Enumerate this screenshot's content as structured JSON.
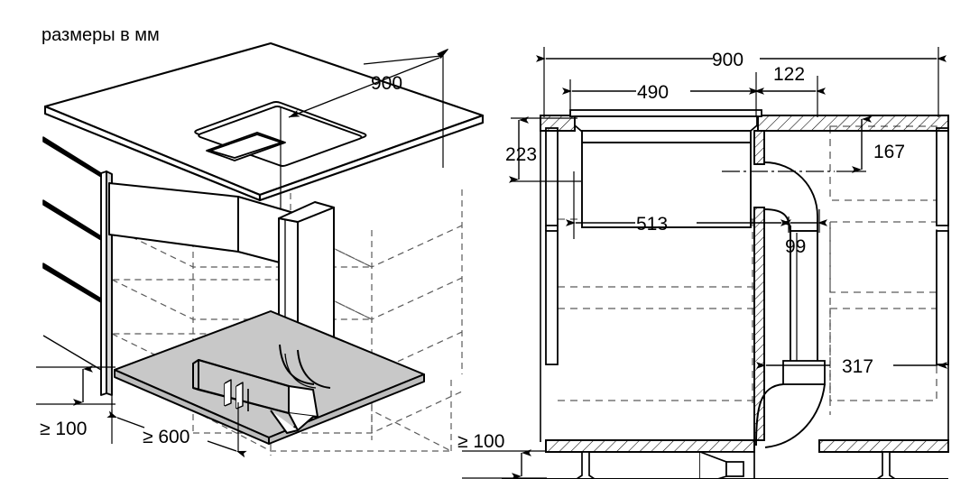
{
  "drawing": {
    "title": "размеры в мм",
    "units": "мм",
    "background_color": "#ffffff",
    "line_color": "#000000",
    "hidden_line_color": "#606060",
    "fill_shaded_color": "#c8c8c8"
  },
  "views": [
    {
      "name": "isometric-view",
      "labels": [
        {
          "id": "iso-width",
          "text": "900"
        },
        {
          "id": "iso-clearance-bottom",
          "text": "≥ 100"
        },
        {
          "id": "iso-cabinet-depth",
          "text": "≥ 600"
        }
      ]
    },
    {
      "name": "section-view",
      "labels": [
        {
          "id": "sec-total-width",
          "text": "900"
        },
        {
          "id": "sec-cutout-width",
          "text": "490"
        },
        {
          "id": "sec-offset-right",
          "text": "122"
        },
        {
          "id": "sec-body-height",
          "text": "223"
        },
        {
          "id": "sec-duct-center-height",
          "text": "167"
        },
        {
          "id": "sec-body-depth",
          "text": "513"
        },
        {
          "id": "sec-duct-width",
          "text": "99"
        },
        {
          "id": "sec-duct-to-wall",
          "text": "317"
        },
        {
          "id": "sec-plinth-clearance",
          "text": "≥ 100"
        }
      ]
    }
  ],
  "dimensions": {
    "iso_width": "900",
    "iso_clearance": "≥ 100",
    "iso_depth": "≥ 600",
    "sec_width": "900",
    "sec_cutout": "490",
    "sec_offset": "122",
    "sec_height": "223",
    "sec_duct_center": "167",
    "sec_depth": "513",
    "sec_duct_w": "99",
    "sec_duct_wall": "317",
    "sec_plinth": "≥ 100"
  }
}
